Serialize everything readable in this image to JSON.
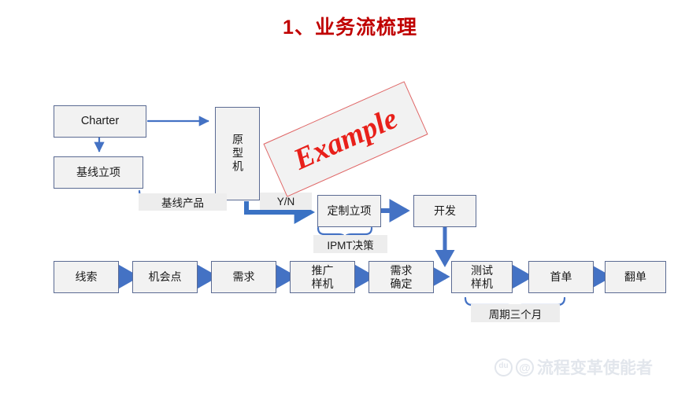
{
  "slide": {
    "title": "1、业务流梳理",
    "title_color": "#C00000",
    "background": "#ffffff"
  },
  "theme": {
    "box_fill": "#F2F2F2",
    "box_border": "#5B6B93",
    "arrow_blue": "#4472C4",
    "thick_arrow_blue": "#3A72C4",
    "brace_blue": "#4472C4",
    "tag_fill": "#EDEDED",
    "stamp_red": "#E8201A",
    "watermark_gray": "#E2E6EC"
  },
  "diagram": {
    "top_flow": {
      "charter": "Charter",
      "baseline_project": "基线立项",
      "prototype": "原型机",
      "baseline_product_label": "基线产品",
      "yn_label": "Y/N",
      "custom_project": "定制立项",
      "ipmt_label": "IPMT决策",
      "development": "开发"
    },
    "bottom_flow": {
      "steps": [
        {
          "label": "线索"
        },
        {
          "label": "机会点"
        },
        {
          "label": "需求"
        },
        {
          "label": "推广样机",
          "line1": "推广",
          "line2": "样机"
        },
        {
          "label": "需求确定",
          "line1": "需求",
          "line2": "确定"
        },
        {
          "label": "测试样机",
          "line1": "测试",
          "line2": "样机"
        },
        {
          "label": "首单"
        },
        {
          "label": "翻单"
        }
      ],
      "cycle_label": "周期三个月"
    }
  },
  "stamp": {
    "text": "Example"
  },
  "watermark": {
    "paw_icon": "baidu-paw-icon",
    "at_icon": "at-sign-icon",
    "text": "流程变革使能者"
  }
}
